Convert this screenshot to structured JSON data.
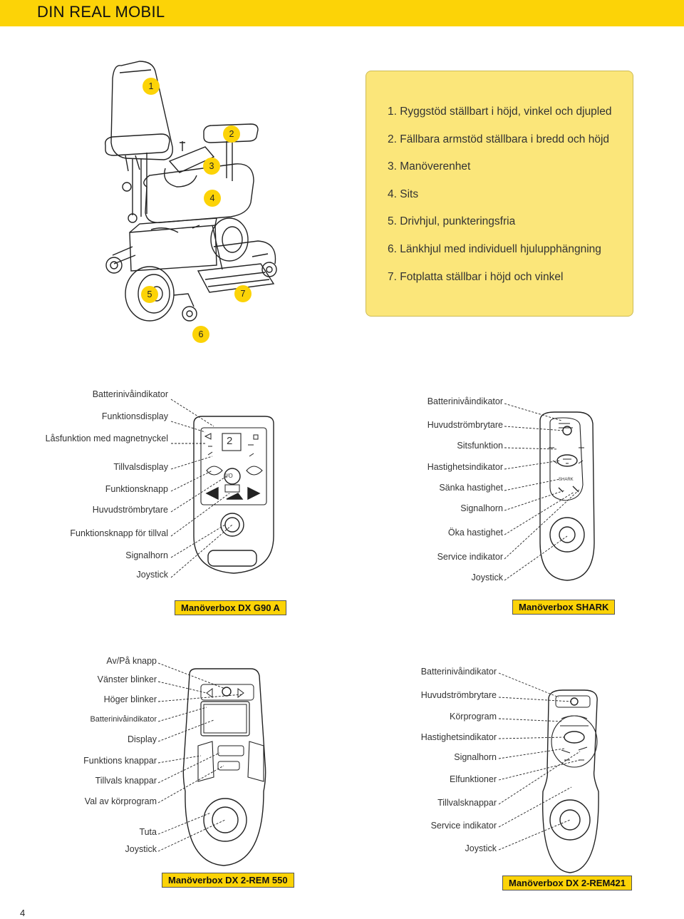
{
  "header": {
    "title": "DIN REAL MOBIL"
  },
  "features": [
    "1. Ryggstöd ställbart i höjd, vinkel och djupled",
    "2. Fällbara armstöd ställbara i bredd och höjd",
    "3. Manöverenhet",
    "4. Sits",
    "5. Drivhjul, punkteringsfria",
    "6. Länkhjul med individuell hjulupphängning",
    "7. Fotplatta ställbar i höjd och vinkel"
  ],
  "callouts": [
    "1",
    "2",
    "3",
    "4",
    "5",
    "6",
    "7"
  ],
  "g90": {
    "model": "Manöverbox DX G90 A",
    "labels": [
      "Batterinivåindikator",
      "Funktionsdisplay",
      "Låsfunktion med magnetnyckel",
      "Tillvalsdisplay",
      "Funktionsknapp",
      "Huvudströmbrytare",
      "Funktionsknapp för tillval",
      "Signalhorn",
      "Joystick"
    ],
    "display_digit": "2",
    "button_label": "I/O"
  },
  "shark1": {
    "model": "Manöverbox SHARK",
    "labels": [
      "Batterinivåindikator",
      "Huvudströmbrytare",
      "Sitsfunktion",
      "Hastighetsindikator",
      "Sänka hastighet",
      "Signalhorn",
      "Öka hastighet",
      "Service indikator",
      "Joystick"
    ],
    "brand": "SHARK"
  },
  "rem550": {
    "model": "Manöverbox DX 2-REM 550",
    "labels": [
      "Av/På knapp",
      "Vänster blinker",
      "Höger blinker",
      "Batterinivåindikator",
      "Display",
      "Funktions knappar",
      "Tillvals knappar",
      "Val av körprogram",
      "Tuta",
      "Joystick"
    ]
  },
  "rem421": {
    "model": "Manöverbox DX 2-REM421",
    "labels": [
      "Batterinivåindikator",
      "Huvudströmbrytare",
      "Körprogram",
      "Hastighetsindikator",
      "Signalhorn",
      "Elfunktioner",
      "Tillvalsknappar",
      "Service indikator",
      "Joystick"
    ]
  },
  "page_number": "4"
}
